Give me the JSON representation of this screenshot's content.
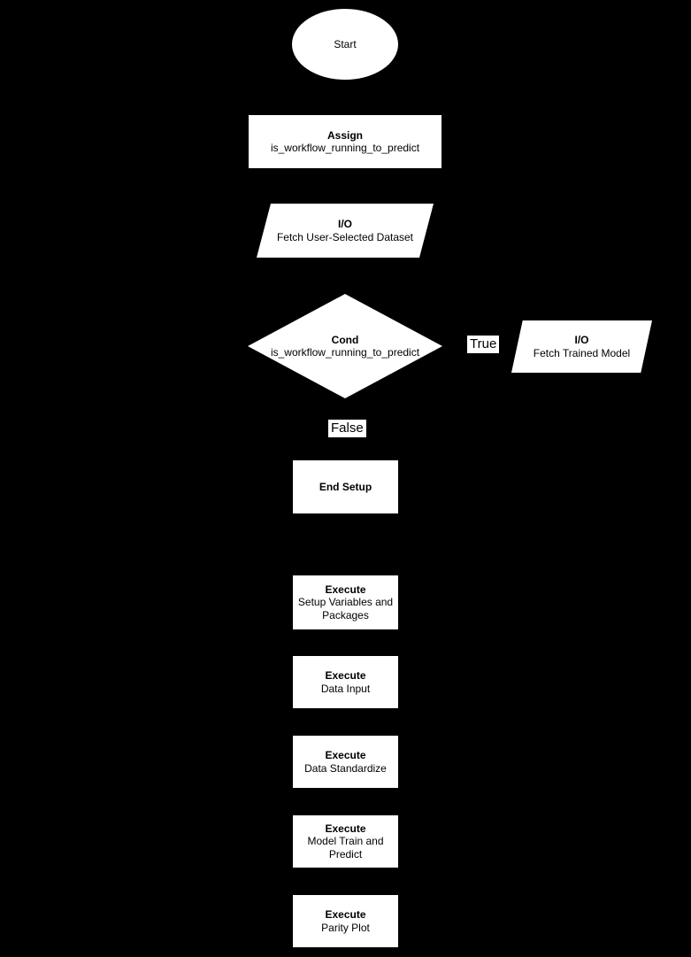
{
  "diagram": {
    "type": "flowchart",
    "colors": {
      "background": "#000000",
      "node_fill": "#ffffff",
      "node_text": "#000000",
      "edge_label_bg": "#ffffff",
      "edge_label_text": "#000000"
    },
    "nodes": [
      {
        "id": "start",
        "shape": "ellipse",
        "title": "Start",
        "subtitle": ""
      },
      {
        "id": "assign",
        "shape": "rectangle",
        "title": "Assign",
        "subtitle": "is_workflow_running_to_predict"
      },
      {
        "id": "io-fetch-dataset",
        "shape": "parallelogram",
        "title": "I/O",
        "subtitle": "Fetch User-Selected Dataset"
      },
      {
        "id": "cond",
        "shape": "diamond",
        "title": "Cond",
        "subtitle": "is_workflow_running_to_predict"
      },
      {
        "id": "io-fetch-trained-model",
        "shape": "parallelogram",
        "title": "I/O",
        "subtitle": "Fetch Trained Model"
      },
      {
        "id": "end-setup",
        "shape": "rectangle",
        "title": "End Setup",
        "subtitle": ""
      },
      {
        "id": "execute-setup",
        "shape": "rectangle",
        "title": "Execute",
        "subtitle": "Setup Variables and Packages"
      },
      {
        "id": "execute-data-input",
        "shape": "rectangle",
        "title": "Execute",
        "subtitle": "Data Input"
      },
      {
        "id": "execute-data-standardize",
        "shape": "rectangle",
        "title": "Execute",
        "subtitle": "Data Standardize"
      },
      {
        "id": "execute-model-train",
        "shape": "rectangle",
        "title": "Execute",
        "subtitle": "Model Train and Predict"
      },
      {
        "id": "execute-parity-plot",
        "shape": "rectangle",
        "title": "Execute",
        "subtitle": "Parity Plot"
      }
    ],
    "edge_labels": {
      "true_label": "True",
      "false_label": "False"
    }
  }
}
